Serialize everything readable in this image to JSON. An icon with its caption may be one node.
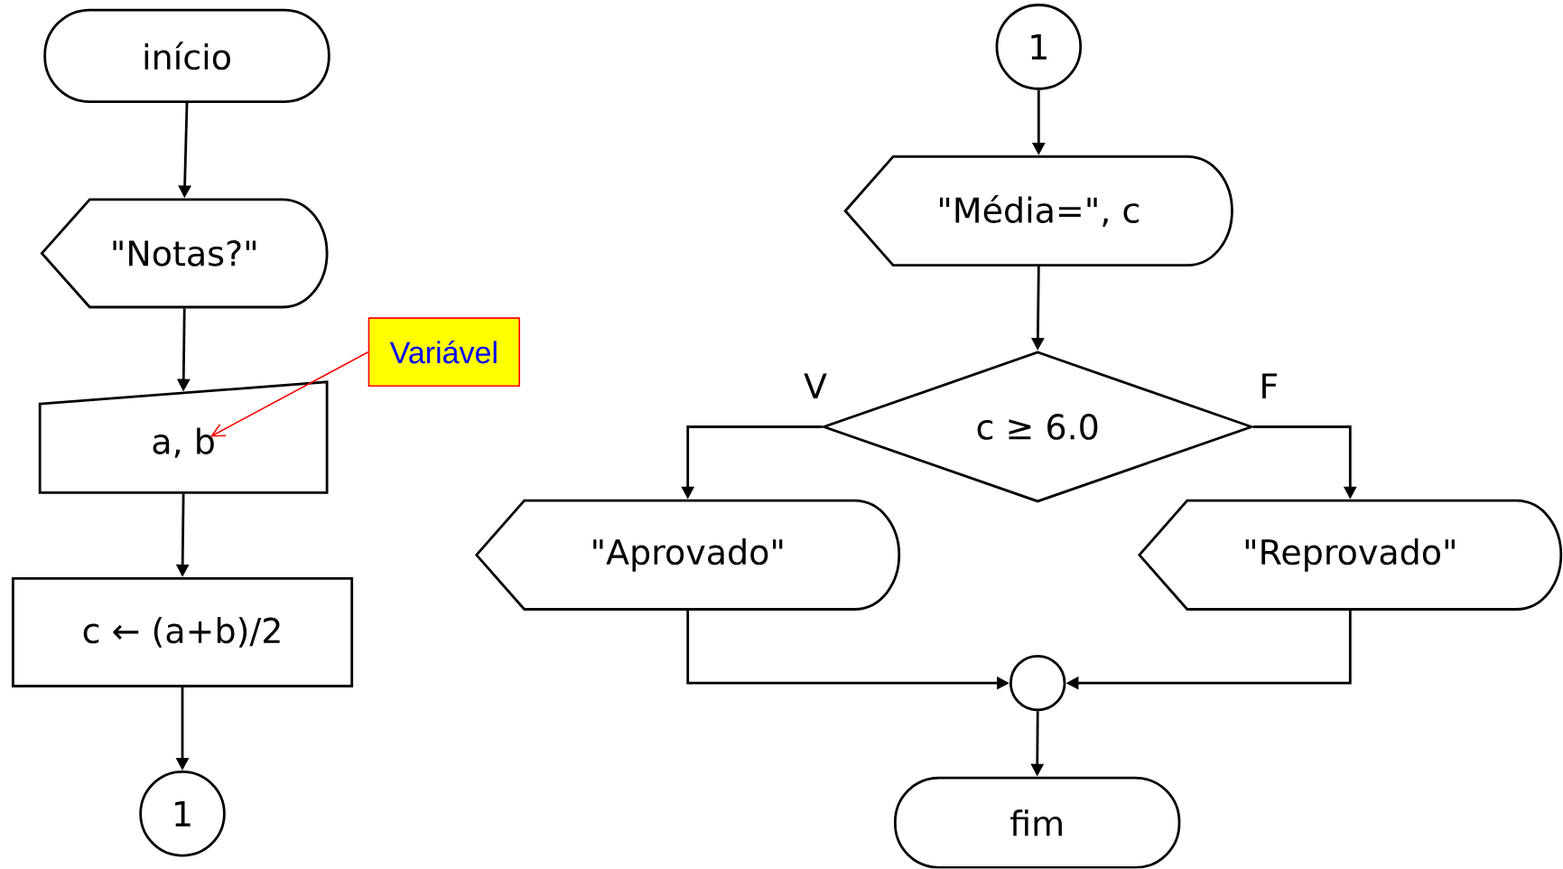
{
  "diagram": {
    "nodes": [
      {
        "text": [
          "início"
        ]
      },
      {
        "text": [
          "\"Notas?\""
        ]
      },
      {
        "text": [
          "a, b"
        ]
      },
      {
        "text": [
          "c ← (a+b)/2"
        ]
      },
      {
        "text": [
          "1"
        ]
      },
      {
        "text": [
          "Variável"
        ]
      },
      {
        "text": [
          "1"
        ]
      },
      {
        "text": [
          "\"Média=\", c"
        ]
      },
      {
        "text": [
          "c ≥ 6.0"
        ]
      },
      {
        "text": [
          "\"Aprovado\""
        ]
      },
      {
        "text": [
          "\"Reprovado\""
        ]
      },
      {
        "text": [],
        "shape": "circle"
      },
      {
        "text": [
          "fim"
        ]
      }
    ],
    "edges": [
      {
        "from": 0,
        "to": 1,
        "arrow": "to"
      },
      {
        "from": 1,
        "to": 2,
        "arrow": "to"
      },
      {
        "from": 2,
        "to": 3,
        "arrow": "to"
      },
      {
        "from": 3,
        "to": 4,
        "arrow": "to"
      },
      {
        "from": 6,
        "to": 7,
        "arrow": "to"
      },
      {
        "from": 7,
        "to": 8,
        "arrow": "to"
      },
      {
        "from": 8,
        "to": 9,
        "arrow": "to",
        "label": "V"
      },
      {
        "from": 8,
        "to": 10,
        "arrow": "to",
        "label": "F"
      },
      {
        "from": 9,
        "to": 11,
        "arrow": "to"
      },
      {
        "from": 10,
        "to": 11,
        "arrow": "to"
      },
      {
        "from": 11,
        "to": 12,
        "arrow": "to"
      },
      {
        "from": 5,
        "to": 2,
        "arrow": "to",
        "color": "#ff0000"
      }
    ]
  }
}
